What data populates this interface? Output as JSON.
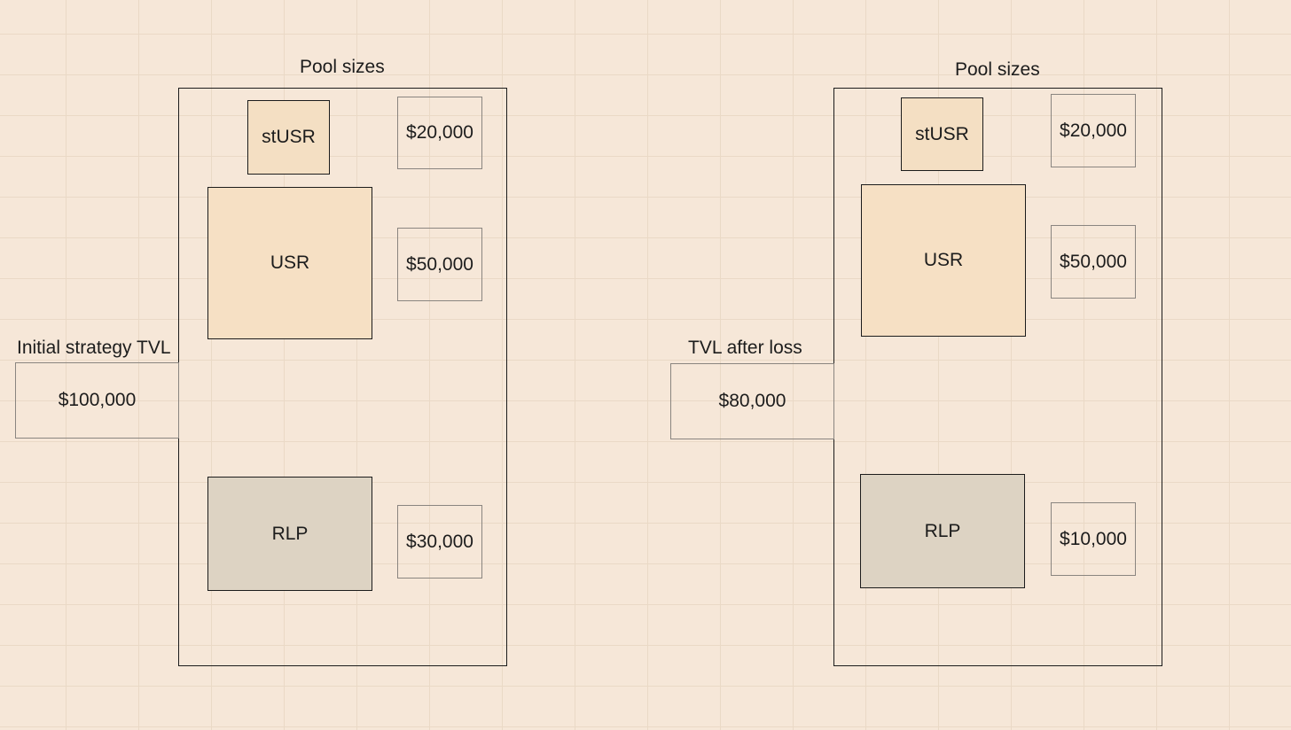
{
  "left": {
    "pool_title": "Pool sizes",
    "tvl_label": "Initial strategy TVL",
    "tvl_value": "$100,000",
    "tranches": {
      "stusr": {
        "name": "stUSR",
        "value": "$20,000"
      },
      "usr": {
        "name": "USR",
        "value": "$50,000"
      },
      "rlp": {
        "name": "RLP",
        "value": "$30,000"
      }
    }
  },
  "right": {
    "pool_title": "Pool sizes",
    "tvl_label": "TVL after loss",
    "tvl_value": "$80,000",
    "tranches": {
      "stusr": {
        "name": "stUSR",
        "value": "$20,000"
      },
      "usr": {
        "name": "USR",
        "value": "$50,000"
      },
      "rlp": {
        "name": "RLP",
        "value": "$10,000"
      }
    }
  }
}
